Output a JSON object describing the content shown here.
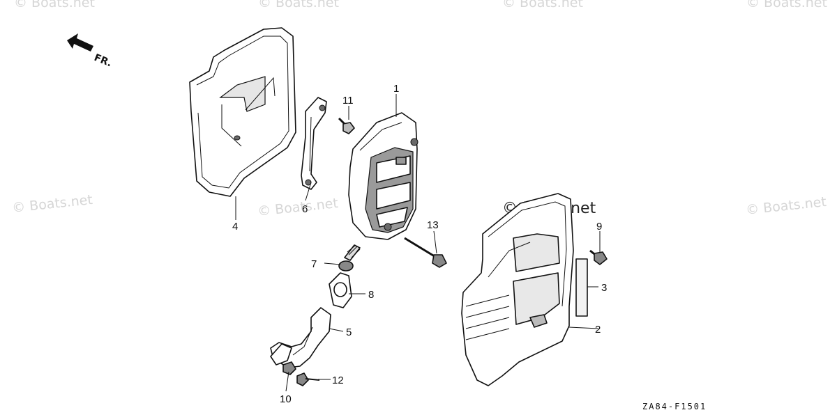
{
  "watermarks": {
    "small": "© Boats.net",
    "large": "© Boats.net"
  },
  "direction": {
    "label": "FR."
  },
  "callouts": {
    "c1": "1",
    "c2": "2",
    "c3": "3",
    "c4": "4",
    "c5": "5",
    "c6": "6",
    "c7": "7",
    "c8": "8",
    "c9": "9",
    "c10": "10",
    "c11": "11",
    "c12": "12",
    "c13": "13"
  },
  "diagram_code": "ZA84-F1501"
}
